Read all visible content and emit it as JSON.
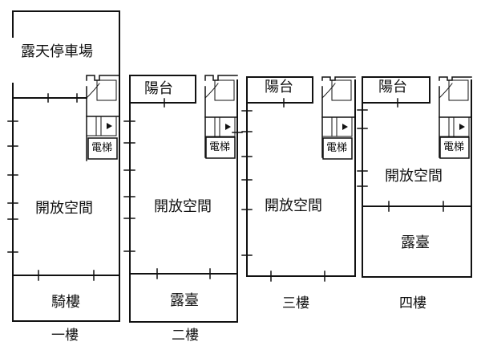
{
  "floors": [
    {
      "name": "一樓",
      "rooms": {
        "parking": "露天停車場",
        "open": "開放空間",
        "arcade": "騎樓",
        "elevator": "電梯"
      }
    },
    {
      "name": "二樓",
      "rooms": {
        "balcony": "陽台",
        "open": "開放空間",
        "terrace": "露臺",
        "elevator": "電梯"
      }
    },
    {
      "name": "三樓",
      "rooms": {
        "balcony": "陽台",
        "open": "開放空間",
        "elevator": "電梯"
      }
    },
    {
      "name": "四樓",
      "rooms": {
        "balcony": "陽台",
        "open": "開放空間",
        "terrace": "露臺",
        "elevator": "電梯"
      }
    }
  ]
}
